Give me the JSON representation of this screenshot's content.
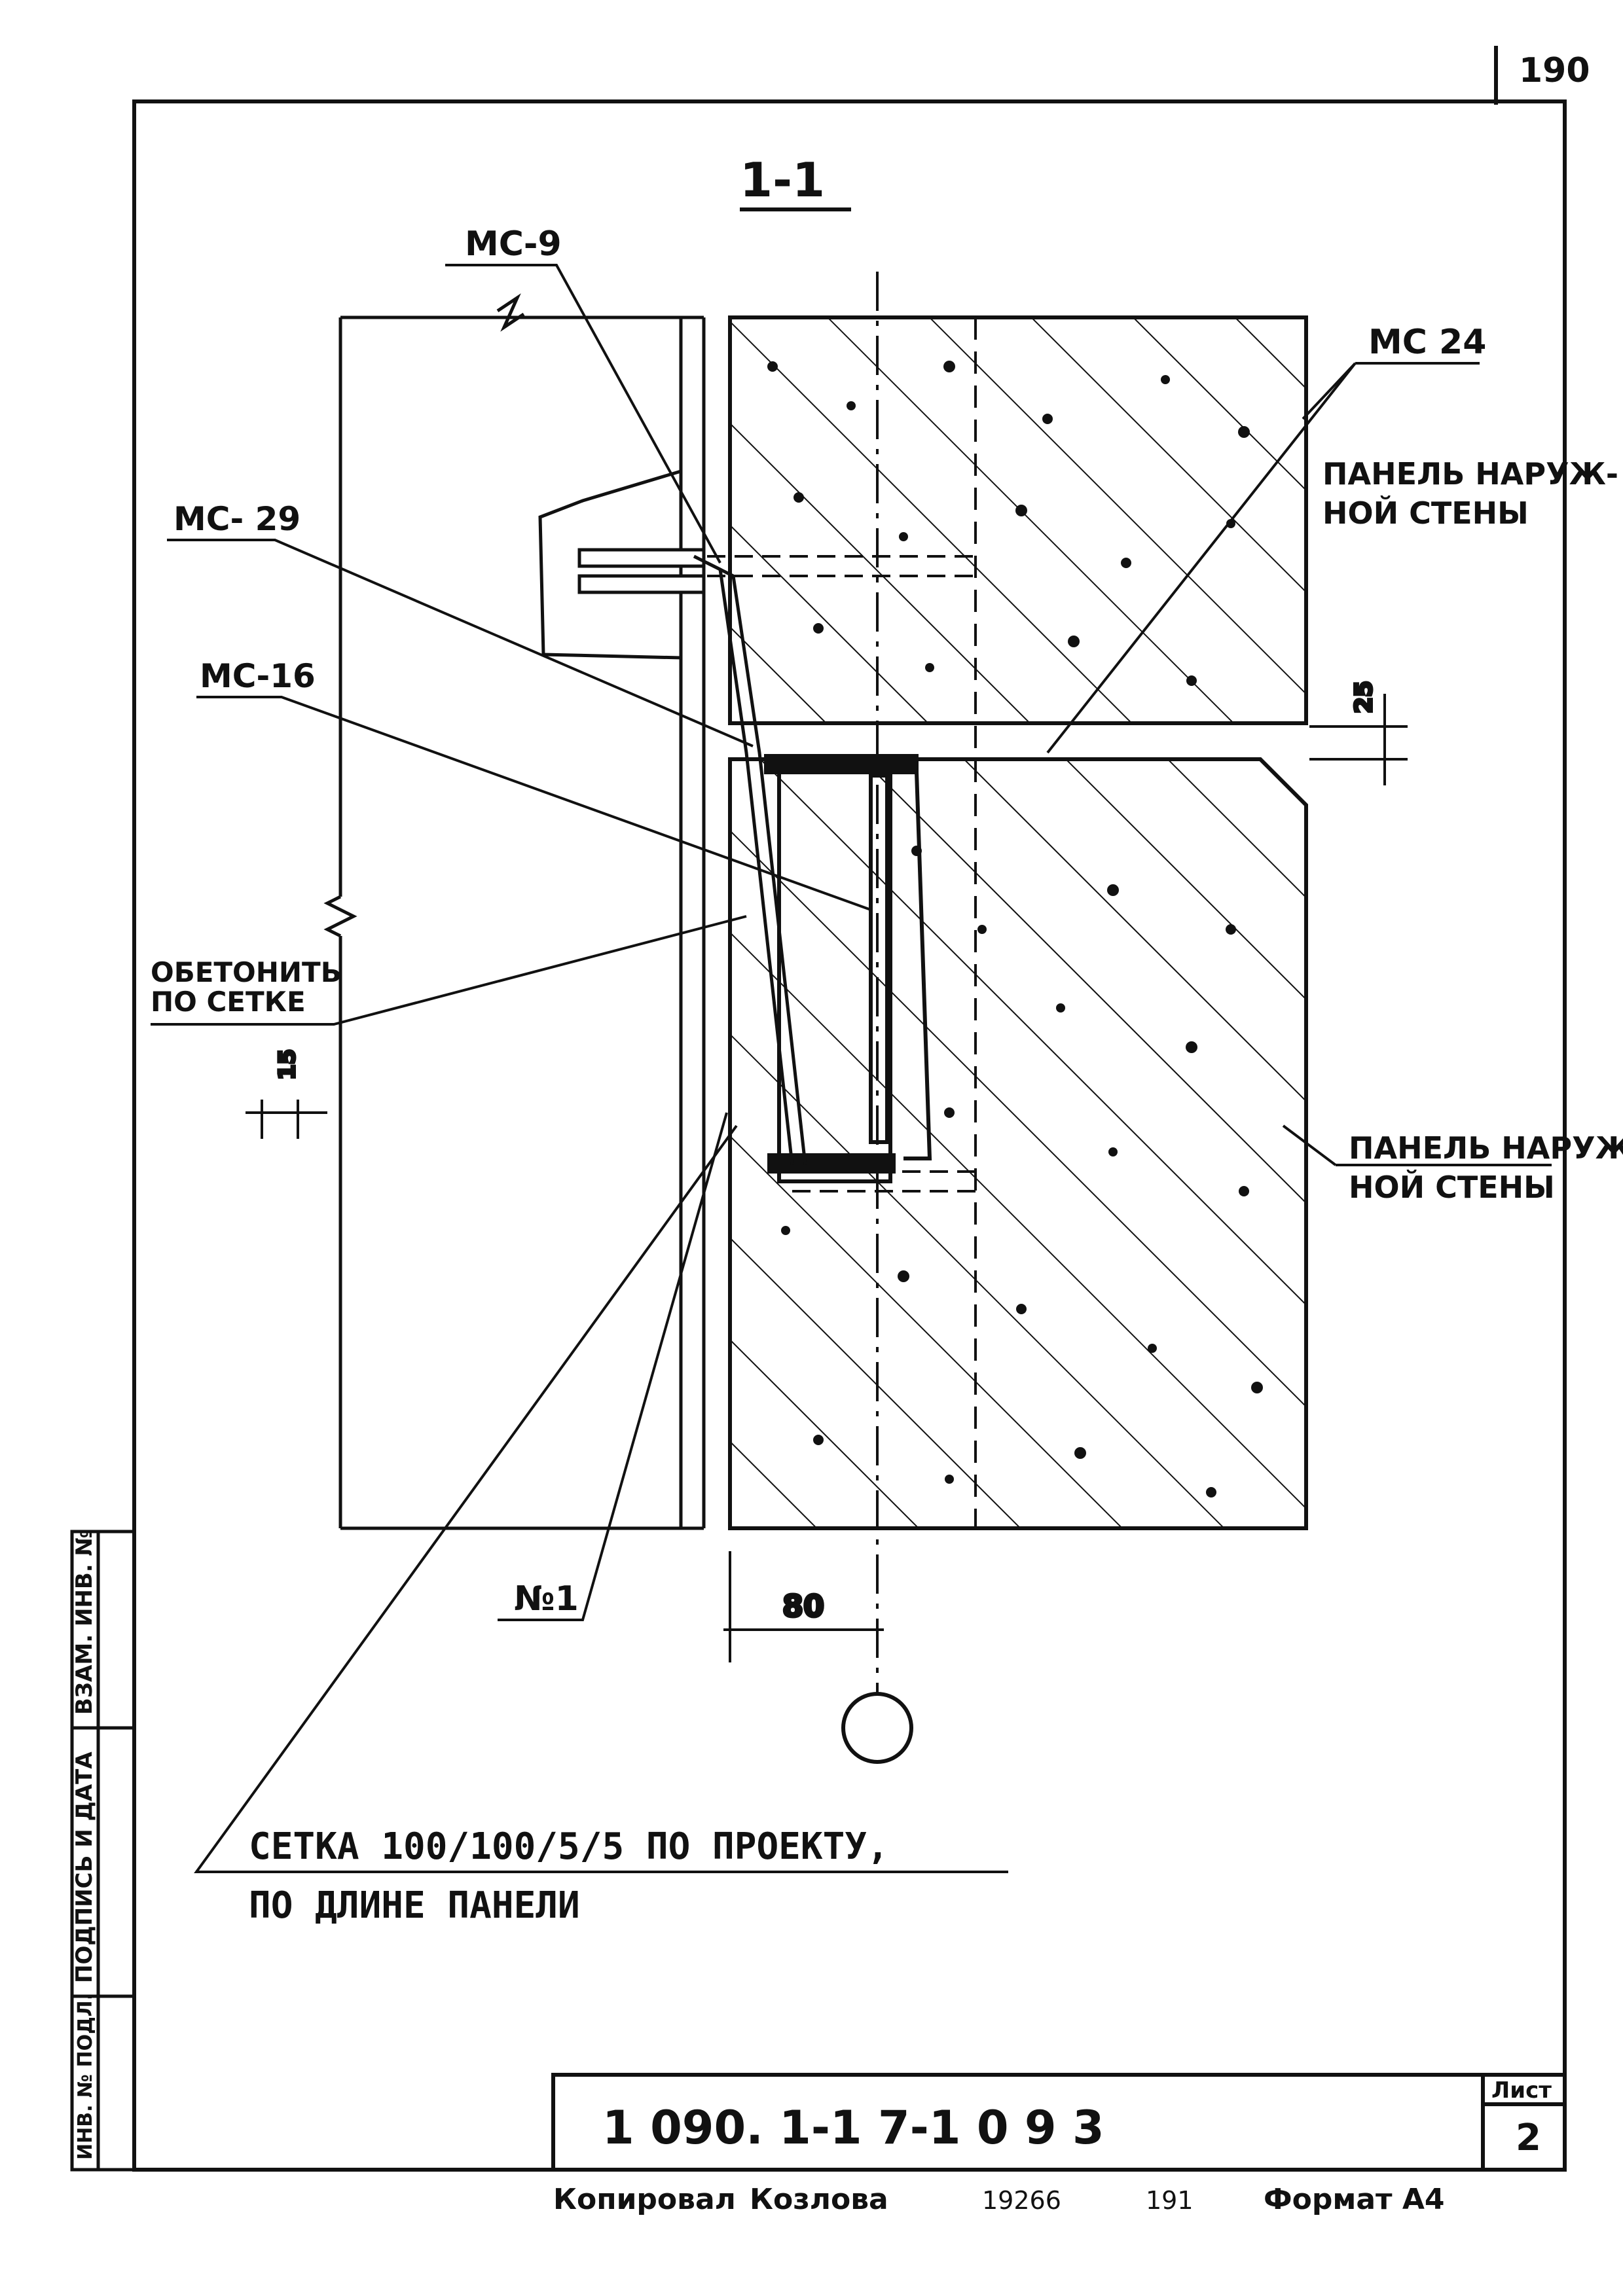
{
  "sheet_number": "190",
  "section_title": "1-1",
  "labels": {
    "mc9": "МС-9",
    "mc24": "МС 24",
    "mc29": "МС- 29",
    "mc16": "МС-16",
    "panel_upper_1": "ПАНЕЛЬ НАРУЖ-",
    "panel_upper_2": "НОЙ СТЕНЫ",
    "panel_lower_1": "ПАНЕЛЬ НАРУЖ",
    "panel_lower_2": "НОЙ СТЕНЫ",
    "wrap_1": "ОБЕТОНИТЬ",
    "wrap_2": "ПО СЕТКЕ",
    "n1": "№1",
    "mesh_1": "СЕТКА 100/100/5/5 ПО ПРОЕКТУ,",
    "mesh_2": "ПО ДЛИНЕ ПАНЕЛИ"
  },
  "dimensions": {
    "gap": "25",
    "left": "15",
    "axis_offset": "80"
  },
  "side_stamp": {
    "box1": "ВЗАМ. ИНВ. №",
    "box2": "ПОДПИСЬ И ДАТА",
    "box3": "ИНВ. № ПОДЛ."
  },
  "title_block": {
    "code": "1 090. 1-1   7-1      0 9 3",
    "sheet_label": "Лист",
    "sheet_value": "2"
  },
  "footer": {
    "copied_label": "Копировал",
    "copied_name": "Козлова",
    "order_no": "19266",
    "num": "191",
    "format": "Формат А4"
  }
}
